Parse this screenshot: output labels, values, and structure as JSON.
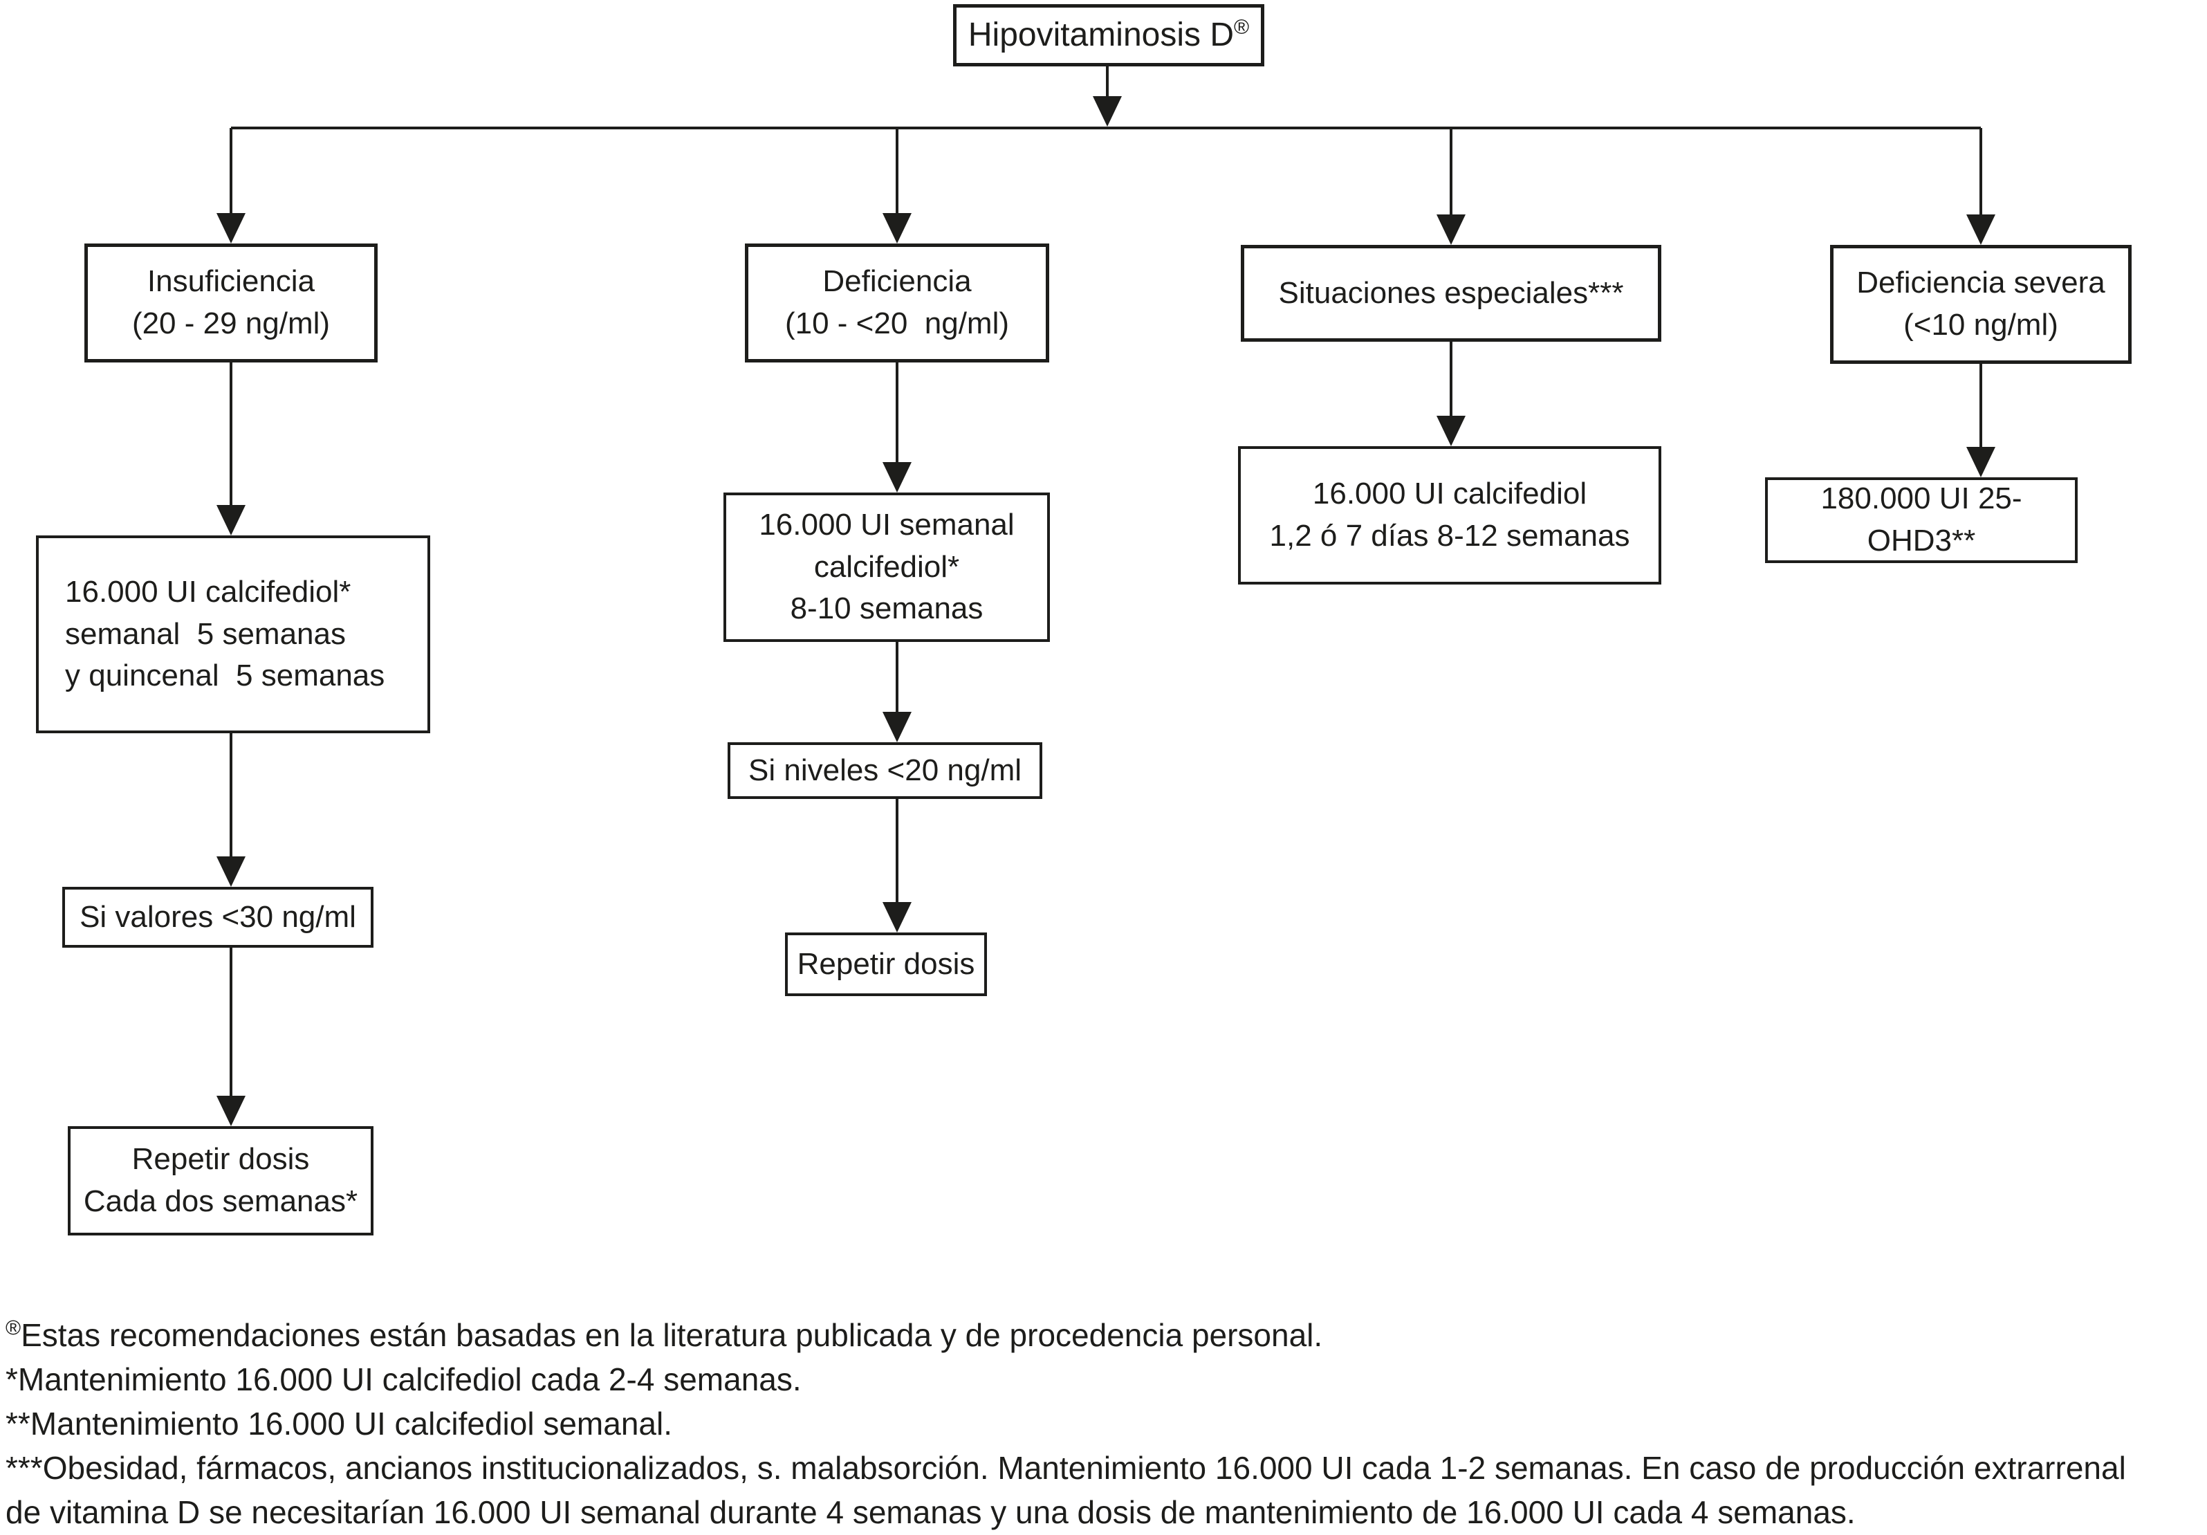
{
  "diagram": {
    "title_box": {
      "label": "Hipovitaminosis D",
      "registered_mark": "®"
    },
    "nodes": {
      "insuficiencia": {
        "lines": [
          "Insuficiencia",
          "(20 - 29 ng/ml)"
        ]
      },
      "insuficiencia_dose": {
        "lines": [
          "16.000 UI calcifediol*",
          "semanal  5 semanas",
          "y quincenal  5 semanas"
        ]
      },
      "insuficiencia_check": {
        "lines": [
          "Si valores <30 ng/ml"
        ]
      },
      "insuficiencia_repeat": {
        "lines": [
          "Repetir dosis",
          "Cada dos semanas*"
        ]
      },
      "deficiencia": {
        "lines": [
          "Deficiencia",
          "(10 - <20  ng/ml)"
        ]
      },
      "deficiencia_dose": {
        "lines": [
          "16.000 UI semanal",
          "calcifediol*",
          "8-10 semanas"
        ]
      },
      "deficiencia_check": {
        "lines": [
          "Si niveles <20 ng/ml"
        ]
      },
      "deficiencia_repeat": {
        "lines": [
          "Repetir dosis"
        ]
      },
      "situaciones_especiales": {
        "lines": [
          "Situaciones especiales***"
        ]
      },
      "situaciones_dose": {
        "lines": [
          "16.000 UI calcifediol",
          "1,2 ó 7 días 8-12 semanas"
        ]
      },
      "deficiencia_severa": {
        "lines": [
          "Deficiencia severa",
          "(<10 ng/ml)"
        ]
      },
      "severa_dose": {
        "lines": [
          "180.000 UI 25-OHD3**"
        ]
      }
    },
    "footnotes": [
      {
        "sup": "®",
        "text": "Estas recomendaciones están basadas en la literatura publicada y de procedencia personal."
      },
      {
        "sup": "",
        "text": "*Mantenimiento 16.000 UI calcifediol cada 2-4 semanas."
      },
      {
        "sup": "",
        "text": "**Mantenimiento 16.000 UI calcifediol semanal."
      },
      {
        "sup": "",
        "text": "***Obesidad, fármacos, ancianos institucionalizados, s. malabsorción. Mantenimiento 16.000 UI cada 1-2 semanas. En caso de producción extrarrenal"
      },
      {
        "sup": "",
        "text": "de vitamina D se necesitarían 16.000 UI semanal durante 4 semanas y una dosis de mantenimiento de 16.000 UI cada 4 semanas."
      }
    ],
    "colors": {
      "ink": "#1d1d1b",
      "background": "#ffffff"
    }
  }
}
